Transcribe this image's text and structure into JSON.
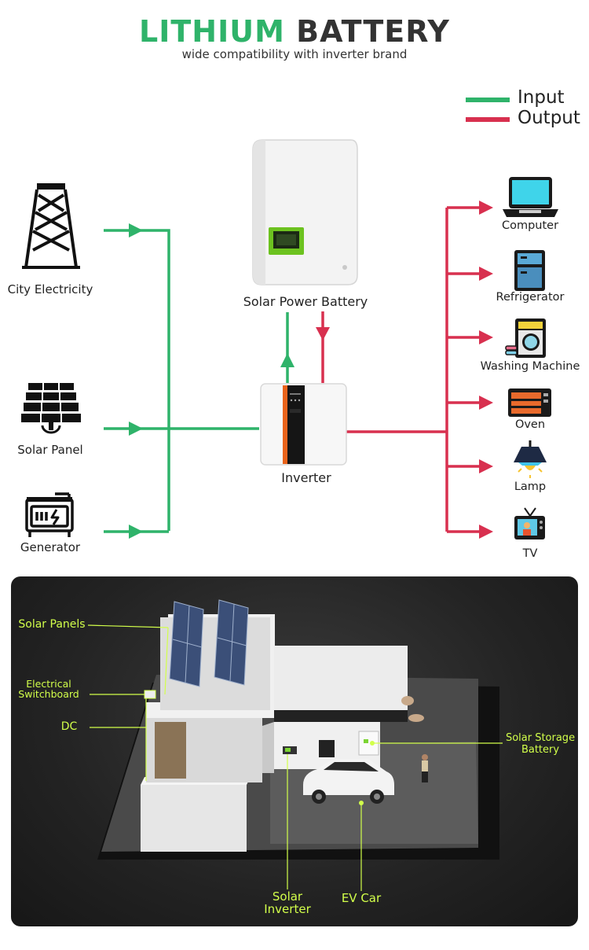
{
  "header": {
    "title_part1": "LITHIUM",
    "title_part2": "BATTERY",
    "subtitle": "wide compatibility with inverter brand"
  },
  "legend": {
    "input_label": "Input",
    "output_label": "Output",
    "input_color": "#2fb36a",
    "output_color": "#d8304f"
  },
  "sources": [
    {
      "label": "City Electricity",
      "icon": "power-tower-icon"
    },
    {
      "label": "Solar Panel",
      "icon": "solar-panel-icon"
    },
    {
      "label": "Generator",
      "icon": "generator-icon"
    }
  ],
  "center": {
    "battery_label": "Solar Power Battery",
    "inverter_label": "Inverter"
  },
  "loads": [
    {
      "label": "Computer",
      "icon": "laptop-icon"
    },
    {
      "label": "Refrigerator",
      "icon": "refrigerator-icon"
    },
    {
      "label": "Washing Machine",
      "icon": "washing-machine-icon"
    },
    {
      "label": "Oven",
      "icon": "oven-icon"
    },
    {
      "label": "Lamp",
      "icon": "lamp-icon"
    },
    {
      "label": "TV",
      "icon": "tv-icon"
    }
  ],
  "house_labels": {
    "solar_panels": "Solar Panels",
    "switchboard_line1": "Electrical",
    "switchboard_line2": "Switchboard",
    "dc": "DC",
    "storage_line1": "Solar Storage",
    "storage_line2": "Battery",
    "inverter_line1": "Solar",
    "inverter_line2": "Inverter",
    "ev_car": "EV Car",
    "label_color": "#d2ff4a"
  }
}
